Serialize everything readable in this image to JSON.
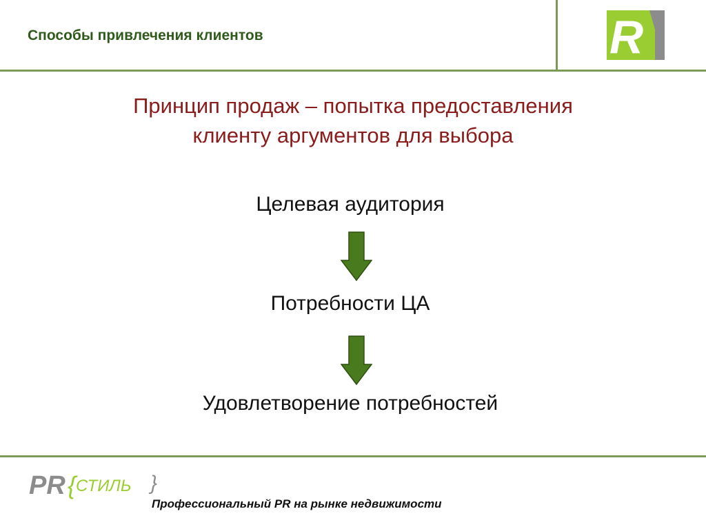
{
  "header": {
    "title": "Способы привлечения клиентов",
    "logo_letter": "R"
  },
  "principle": {
    "line1": "Принцип продаж – попытка предоставления",
    "line2": "клиенту аргументов для выбора"
  },
  "flow": {
    "steps": [
      "Целевая аудитория",
      "Потребности ЦА",
      "Удовлетворение потребностей"
    ],
    "arrow_icon": "arrow-down-icon"
  },
  "footer": {
    "logo_pr": "PR",
    "logo_word": "СТИЛЬ",
    "tagline": "Профессиональный PR на рынке недвижимости"
  },
  "colors": {
    "accent_green": "#9acd32",
    "line_green": "#7a9a56",
    "arrow_fill": "#4a7a1e",
    "title_green": "#2f5a1c",
    "principle_red": "#8a1c1c",
    "logo_gray": "#8c8c8c"
  }
}
